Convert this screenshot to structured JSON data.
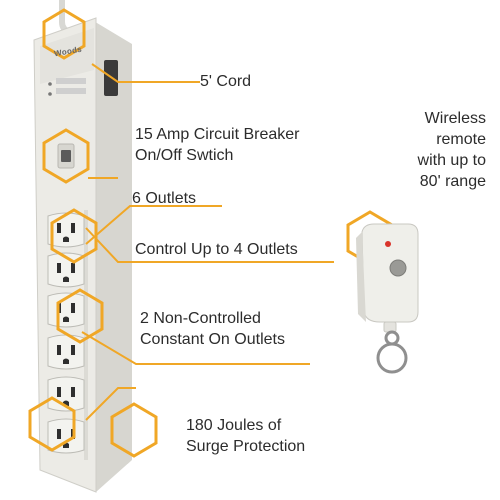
{
  "brand_text": "Woods",
  "features": [
    {
      "lines": [
        "5' Cord"
      ]
    },
    {
      "lines": [
        "15 Amp Circuit Breaker",
        "On/Off Swtich"
      ]
    },
    {
      "lines": [
        "6 Outlets"
      ]
    },
    {
      "lines": [
        "Control Up to 4 Outlets"
      ]
    },
    {
      "lines": [
        "2 Non-Controlled",
        "Constant On Outlets"
      ]
    },
    {
      "lines": [
        "180 Joules of",
        "Surge Protection"
      ]
    }
  ],
  "remote": {
    "lines": [
      "Wireless",
      "remote",
      "with up to",
      "80' range"
    ]
  },
  "colors": {
    "accent": "#F0A726",
    "text": "#2c2c2c",
    "strip": "#ECEBE6",
    "strip_shadow": "#CFCEC8",
    "outlet_face": "#F3F3EF",
    "remote_led": "#D9342B"
  }
}
